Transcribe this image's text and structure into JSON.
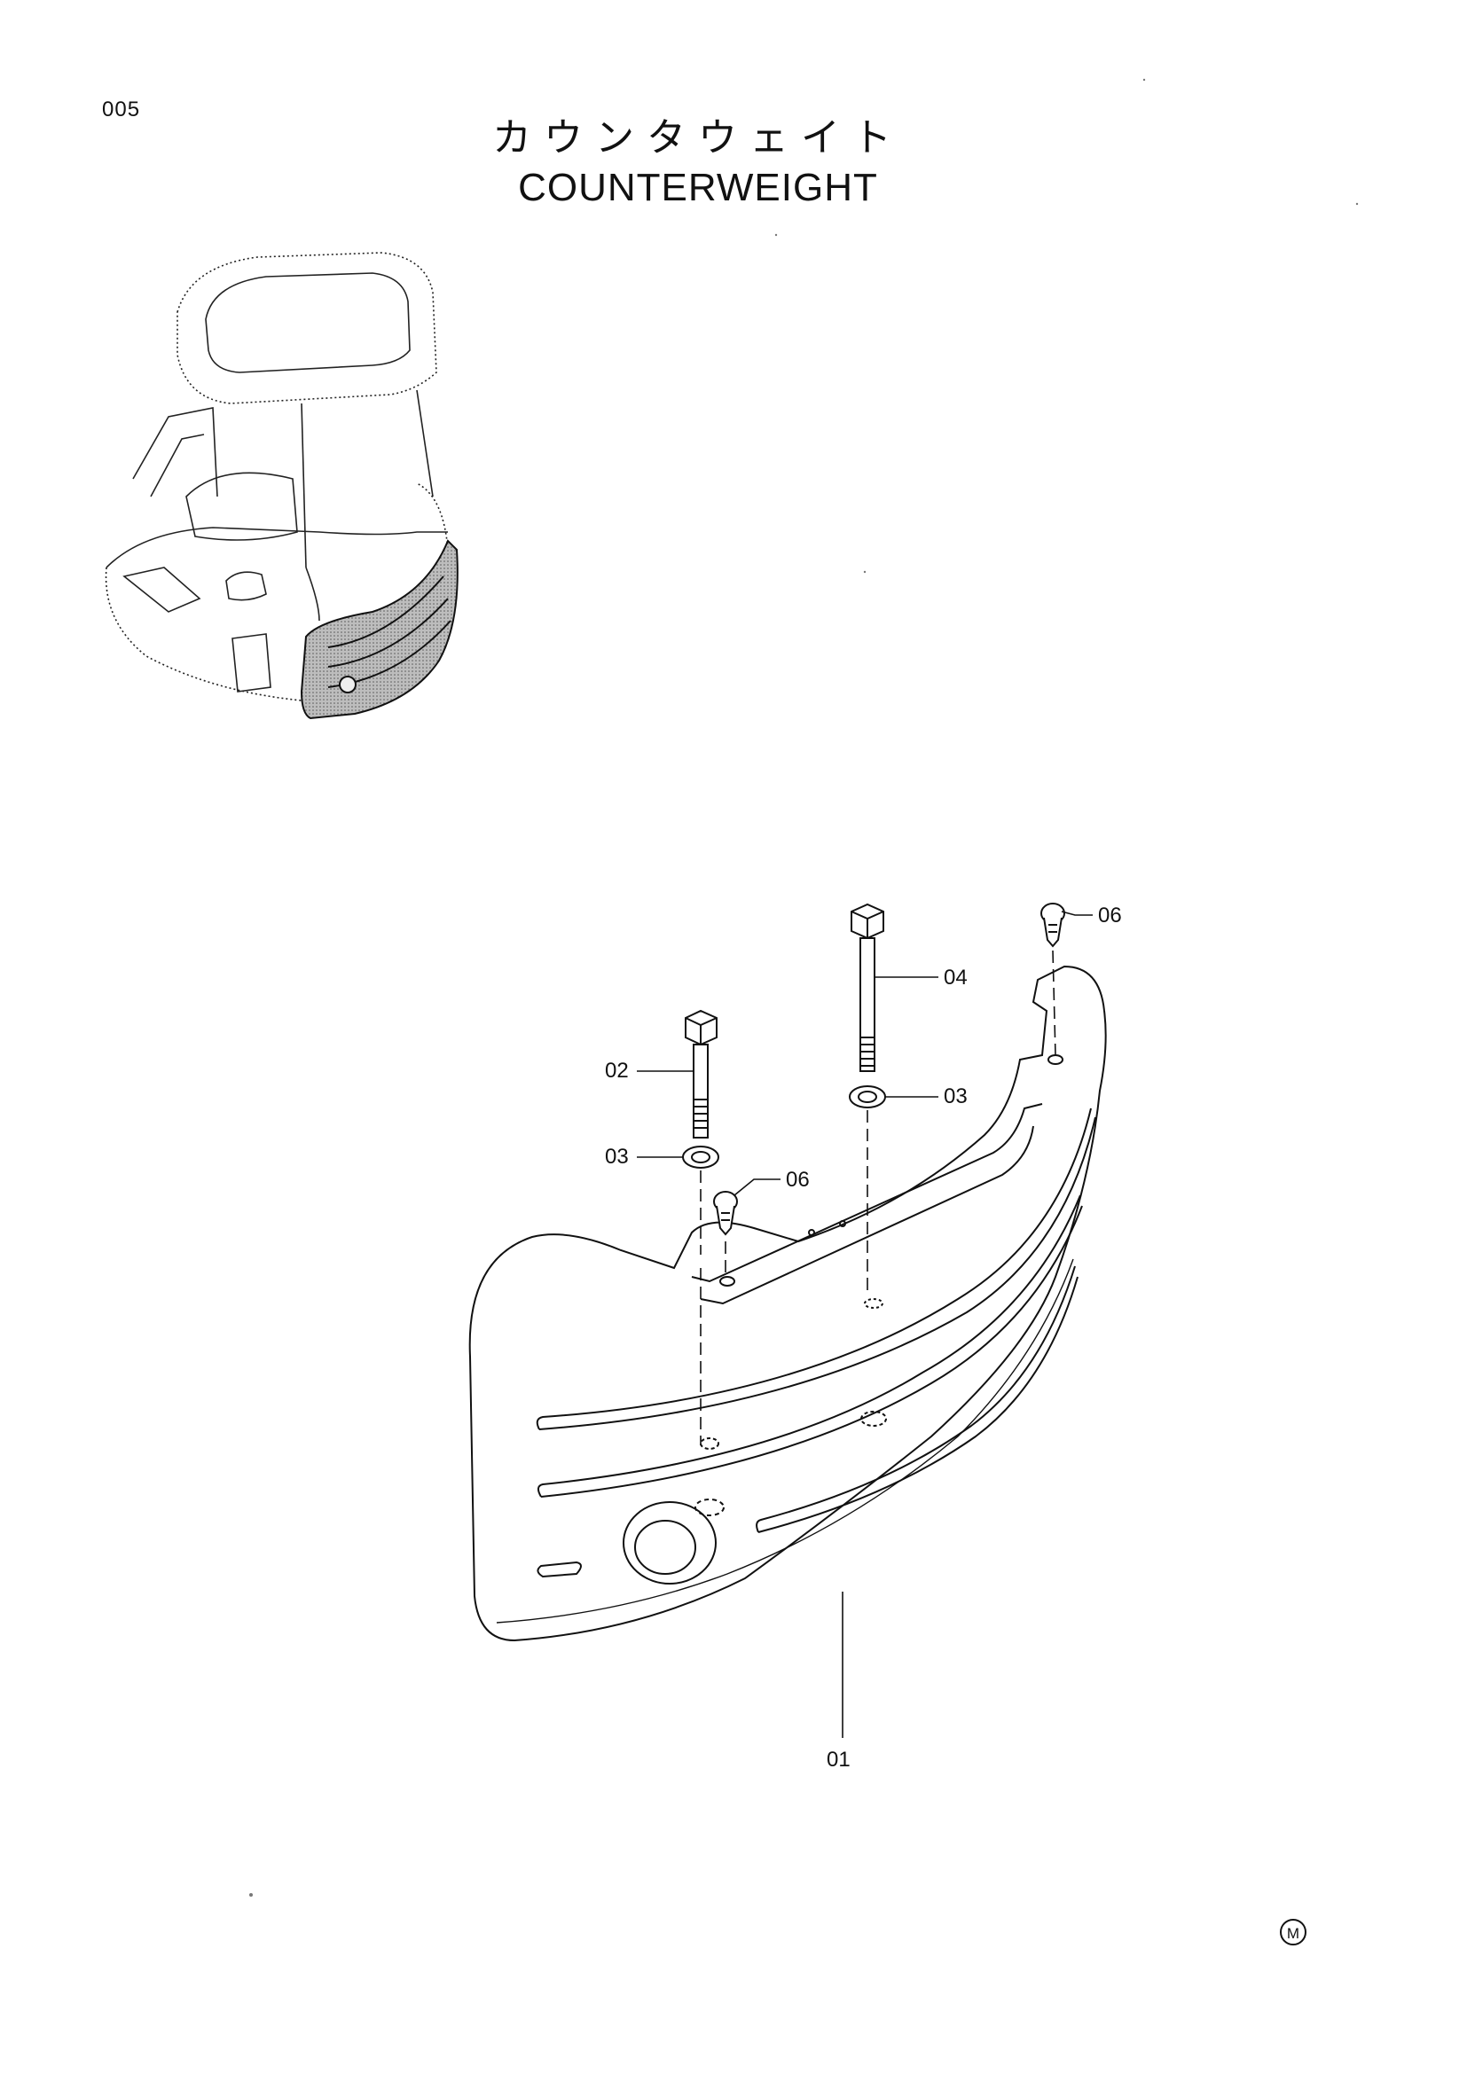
{
  "page_number": "005",
  "title_ja": "カウンタウェイト",
  "title_en": "COUNTERWEIGHT",
  "callouts": {
    "c01": "01",
    "c02": "02",
    "c03a": "03",
    "c03b": "03",
    "c04": "04",
    "c06a": "06",
    "c06b": "06"
  },
  "mark_symbol": "M",
  "icons": {
    "mark": "circled-m-icon"
  }
}
